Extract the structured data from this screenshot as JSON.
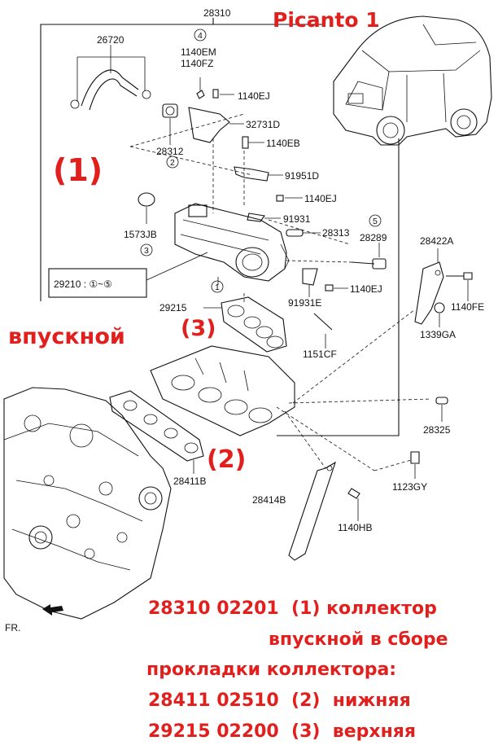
{
  "title": "Picanto 1",
  "markers": {
    "m1": "(1)",
    "m2": "(2)",
    "m3": "(3)"
  },
  "side_label": "впускной",
  "fr_label": "FR.",
  "range_note": "29210 : ①~⑤",
  "parts": {
    "p28310": "28310",
    "p26720": "26720",
    "p1140EM": "1140EM",
    "p1140FZ": "1140FZ",
    "p1140EJ_a": "1140EJ",
    "p32731D": "32731D",
    "p28312": "28312",
    "p1140EB": "1140EB",
    "p91951D": "91951D",
    "p1140EJ_b": "1140EJ",
    "p91931": "91931",
    "p1573JB": "1573JB",
    "p28313": "28313",
    "p28289": "28289",
    "p28422A": "28422A",
    "p1140EJ_c": "1140EJ",
    "p91931E": "91931E",
    "p1140FE": "1140FE",
    "p29215": "29215",
    "p1339GA": "1339GA",
    "p1151CF": "1151CF",
    "p28325": "28325",
    "p28411B": "28411B",
    "p1123GY": "1123GY",
    "p28414B": "28414B",
    "p1140HB": "1140HB"
  },
  "circled": {
    "c4": "4",
    "c2": "2",
    "c3": "3",
    "c1": "1",
    "c5": "5"
  },
  "captions": {
    "line1": "28310 02201  (1) коллектор",
    "line2": "впускной в сборе",
    "line3": "прокладки коллектора:",
    "line4": "28411 02510  (2)  нижняя",
    "line5": "29215 02200  (3)  верхняя"
  }
}
